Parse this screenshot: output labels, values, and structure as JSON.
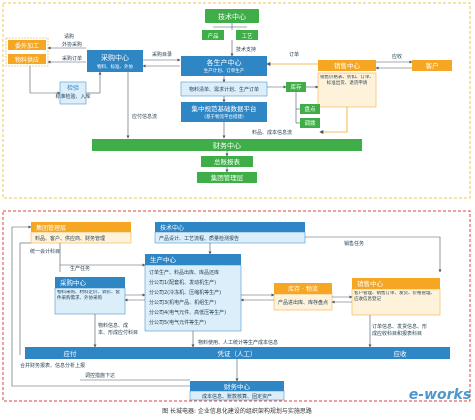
{
  "caption": "图  长城电器: 企业信息化建设的组织架构规划与实施思路",
  "watermark": "e-works",
  "colors": {
    "green": "#3fae49",
    "blue": "#2f86c5",
    "lightblue": "#dbeefa",
    "orange": "#f5a623",
    "lightorange": "#fff2db",
    "frame_top": "#f3c64a",
    "frame_bottom": "#e0413b",
    "line": "#4a5560"
  },
  "top": {
    "tech_center": "技术中心",
    "product": "产品",
    "craft": "工艺",
    "tech_support": "技术支持",
    "purchase_center": "采购中心",
    "purchase_sub": "物料、标准、外协",
    "outsource": "委外加工",
    "material_supply": "物料供应",
    "req_outsource": "请购",
    "outsource_purchase": "外协采购",
    "purchase_order": "采购订单",
    "purchase_catalog": "采购目录",
    "inspect": "检验",
    "inspect_sub": "标准检验、入库",
    "prod_centers": "各生产中心",
    "prod_sub": "生产计划、订单生产",
    "prod_list": "物料清单、需求计划、生产订单",
    "data_platform": "集中规范基础数据平台",
    "data_platform_sub": "(基于物流平台搭建)",
    "payable_flow": "应付信息流",
    "order": "订单",
    "sales_center": "销售中心",
    "sales_sub": "销售价格表、折扣、订单、标准出货、退货申请",
    "customer": "客户",
    "receivable": "应收",
    "inventory": "库存",
    "stocktake": "盘点",
    "transfer": "调拨",
    "cost_flow": "料品、成本信息流",
    "finance_center": "财务中心",
    "summary_report": "总账报表",
    "group_mgmt": "集团管理层"
  },
  "bottom": {
    "group_mgmt": "集团管理层",
    "group_sub": "料品、客户、供应商、财务管理",
    "unify": "统一会计科目",
    "tech_center": "技术中心",
    "tech_sub": "产品设计、工艺流程、质量检测报告",
    "sales_task": "销售任务",
    "prod_task": "生产任务",
    "prod_center": "生产中心",
    "prod_items": [
      "订单生产、料品出库、库品还库",
      "分公司1(配套机、发动机生产)",
      "分公司2(冷冻机、压缩机等生产)",
      "分公司3(机电产品、机组生产)",
      "分公司4(电气元件、高低压等生产)",
      "分公司5(电气元件等生产)"
    ],
    "purchase_center": "采购中心",
    "purchase_sub": "物料采购、材料定价、调价、套件采购需求、外协采购",
    "inventory_logistics": "库存 · 物流",
    "inv_sub": "产品进出库、库存盘点",
    "sales_center": "销售中心",
    "sales_sub": "客户管理、销售订单、发货、价格管理、应收信息登记",
    "material_cost": "物料信息、成本、形成应付科目",
    "material_usage": "物料使用、人工统计等生产成本信息",
    "order_ship": "订单信息、发货信息、形成应收科目和报表科目",
    "payable": "应付",
    "voucher": "凭证（人工）",
    "receivable": "应收",
    "merge_report": "合并财务报表、信息分析上报",
    "adjust": "调控措施下达",
    "finance_center": "财务中心",
    "finance_sub": "成本信息、账款核算、固定资产"
  }
}
